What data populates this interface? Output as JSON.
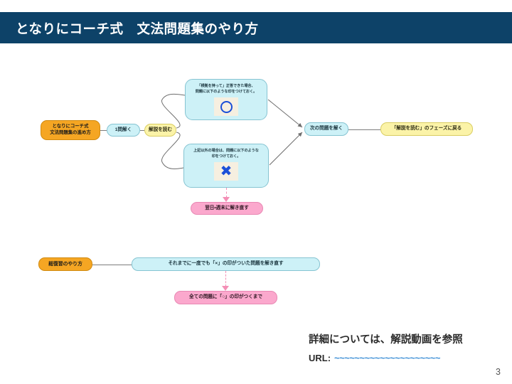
{
  "slide": {
    "header_title": "となりにコーチ式　文法問題集のやり方",
    "page_number": "3",
    "header_bg_color": "#0d4268",
    "background_color": "#ffffff"
  },
  "flow_top": {
    "start_line1": "となりにコーチ式",
    "start_line2": "文法問題集の進め方",
    "solve_one": "1問解く",
    "read_explanation": "解説を読む",
    "branch_correct": {
      "text": "「根拠を持って」正答できた場合、\n問題に以下のような印をつけておく。",
      "mark": "circle-mark",
      "mark_color": "#1b4fd8"
    },
    "branch_other": {
      "text": "上記以外の場合は、問題に以下のような\n印をつけておく。",
      "mark": "cross-mark",
      "mark_color": "#1b4fd8"
    },
    "next_question": "次の問題を解く",
    "return_phase": "「解説を読む」のフェーズに戻る",
    "redo": "翌日・週末に解き直す"
  },
  "flow_bottom": {
    "review_title": "総復習のやり方",
    "review_action": "それまでに一度でも「×」の印がついた問題を解き直す",
    "review_goal": "全ての問題に「○」の印がつくまで"
  },
  "footer": {
    "headline": "詳細については、解説動画を参照",
    "url_label": "URL:",
    "url_value": "~~~~~~~~~~~~~~~~~~~~~",
    "url_color": "#3d8fd6"
  },
  "colors": {
    "orange": "#f5a623",
    "light_blue": "#cdf1f7",
    "yellow": "#fbf3a8",
    "pink": "#fba8cd",
    "connector_gray": "#7d7d7d",
    "mark_swatch_bg": "#f6efe0"
  }
}
